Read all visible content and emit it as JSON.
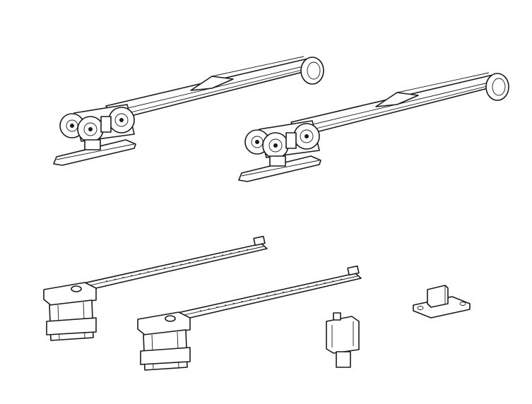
{
  "colors": {
    "line": "#1a1a1a",
    "background": "#ffffff"
  },
  "parts": [
    {
      "id": "roller-damper-left"
    },
    {
      "id": "roller-damper-right"
    },
    {
      "id": "top-rail-bracket-left"
    },
    {
      "id": "top-rail-bracket-right"
    },
    {
      "id": "door-guide"
    },
    {
      "id": "floor-guide"
    }
  ]
}
